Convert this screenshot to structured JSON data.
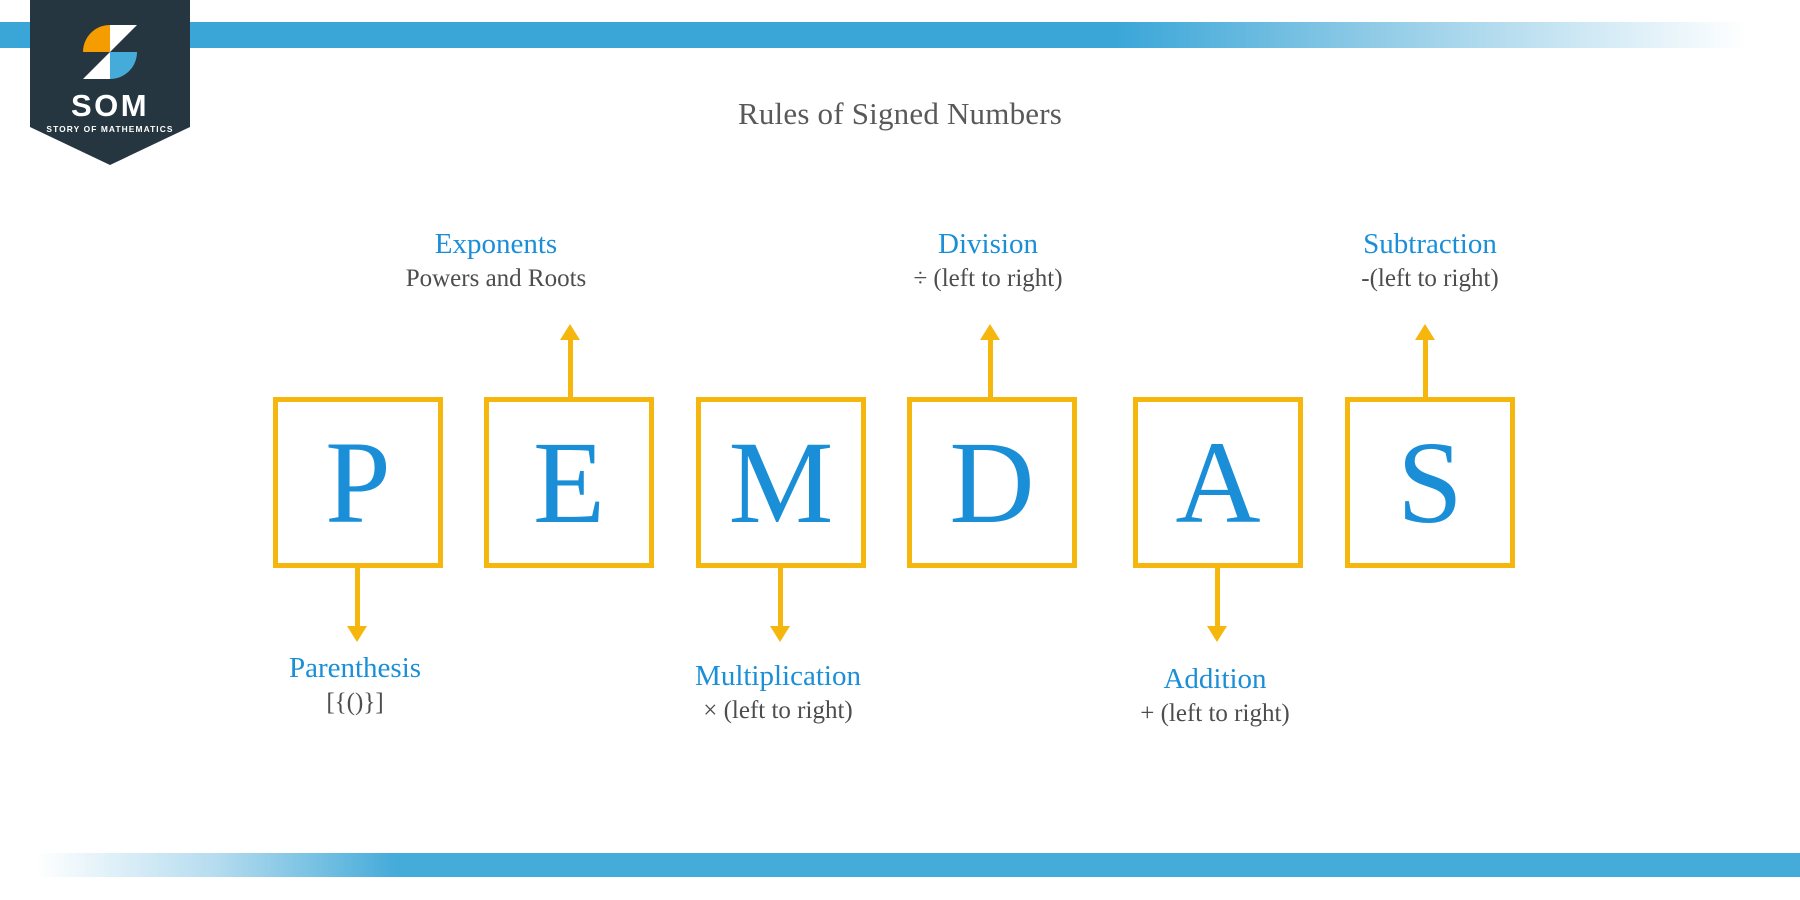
{
  "page": {
    "title": "Rules of Signed Numbers",
    "background": "#ffffff"
  },
  "brand": {
    "name": "SOM",
    "tagline": "STORY OF MATHEMATICS",
    "badge_color": "#263640",
    "mark_orange": "#F59C00",
    "mark_blue": "#45ABD9",
    "mark_white": "#FFFFFF"
  },
  "colors": {
    "accent_blue": "#1A8FD8",
    "bar_blue": "#45ABD9",
    "box_border": "#F5B60D",
    "arrow": "#F5B60D",
    "title_gray": "#595959",
    "sub_gray": "#4D4D4D"
  },
  "diagram": {
    "acronym": "PEMDAS",
    "boxes": [
      {
        "letter": "P",
        "meaning": "Parenthesis",
        "detail": "[{()}]",
        "arrow": "down"
      },
      {
        "letter": "E",
        "meaning": "Exponents",
        "detail": "Powers and Roots",
        "arrow": "up"
      },
      {
        "letter": "M",
        "meaning": "Multiplication",
        "detail": "× (left to right)",
        "arrow": "down"
      },
      {
        "letter": "D",
        "meaning": "Division",
        "detail": "÷ (left to right)",
        "arrow": "up"
      },
      {
        "letter": "A",
        "meaning": "Addition",
        "detail": "+ (left to right)",
        "arrow": "down"
      },
      {
        "letter": "S",
        "meaning": "Subtraction",
        "detail": "-(left to right)",
        "arrow": "up"
      }
    ]
  }
}
